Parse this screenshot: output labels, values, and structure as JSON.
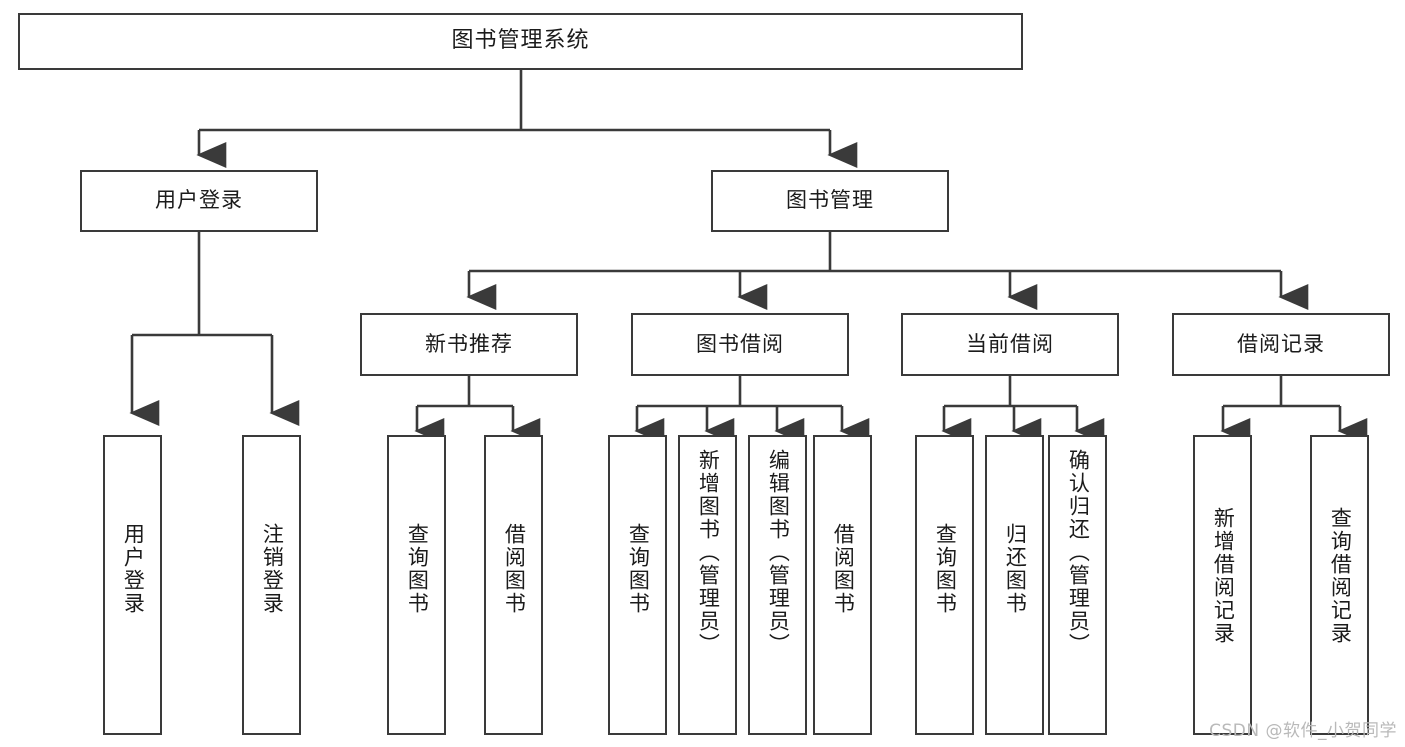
{
  "diagram": {
    "title": "图书管理系统",
    "type": "hierarchy-tree",
    "watermark": "CSDN @软件_小贺同学",
    "colors": {
      "box_border": "#3a3a3a",
      "box_fill": "#ffffff",
      "connector": "#3a3a3a",
      "text": "#1b1b1b",
      "watermark": "#b9b9b9"
    },
    "root": {
      "label": "图书管理系统"
    },
    "level2": [
      {
        "label": "用户登录"
      },
      {
        "label": "图书管理"
      }
    ],
    "level3": [
      {
        "label": "新书推荐"
      },
      {
        "label": "图书借阅"
      },
      {
        "label": "当前借阅"
      },
      {
        "label": "借阅记录"
      }
    ],
    "leaves": {
      "user_login": [
        {
          "label": "用户登录"
        },
        {
          "label": "注销登录"
        }
      ],
      "new_book": [
        {
          "label": "查询图书"
        },
        {
          "label": "借阅图书"
        }
      ],
      "book_borrow": [
        {
          "label": "查询图书"
        },
        {
          "label": "新增图书（管理员）"
        },
        {
          "label": "编辑图书（管理员）"
        },
        {
          "label": "借阅图书"
        }
      ],
      "current_borrow": [
        {
          "label": "查询图书"
        },
        {
          "label": "归还图书"
        },
        {
          "label": "确认归还（管理员）"
        }
      ],
      "borrow_record": [
        {
          "label": "新增借阅记录"
        },
        {
          "label": "查询借阅记录"
        }
      ]
    }
  }
}
